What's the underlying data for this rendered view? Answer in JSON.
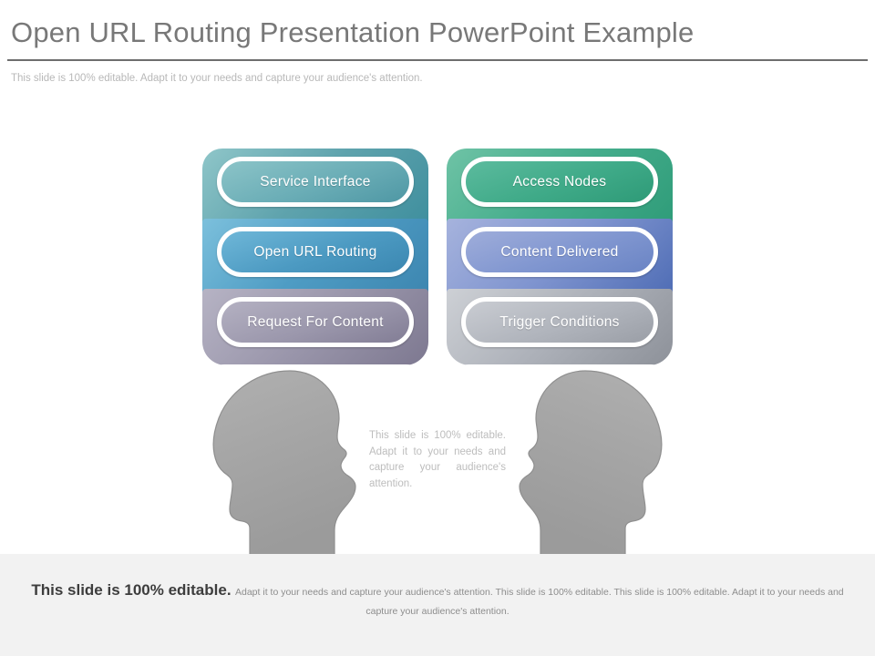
{
  "header": {
    "title": "Open URL Routing Presentation  PowerPoint Example",
    "subtitle": "This slide is 100% editable. Adapt it to your needs and capture your audience's attention."
  },
  "diagram": {
    "left_column": {
      "name": "left-stack",
      "items": [
        {
          "label": "Service Interface",
          "color": "#5fa3ad"
        },
        {
          "label": "Open URL Routing",
          "color": "#4e9cc4"
        },
        {
          "label": "Request For Content",
          "color": "#9a96ab"
        }
      ]
    },
    "right_column": {
      "name": "right-stack",
      "items": [
        {
          "label": "Access Nodes",
          "color": "#45ad8c"
        },
        {
          "label": "Content Delivered",
          "color": "#7f94cf"
        },
        {
          "label": "Trigger Conditions",
          "color": "#adb1b9"
        }
      ]
    },
    "center_text": "This slide is 100% editable. Adapt it to your needs and capture your audience's attention.",
    "silhouette_color": "#a6a6a6"
  },
  "footer": {
    "strong_text": "This slide is 100% editable.",
    "normal_text": "Adapt it to your needs and capture your audience's attention. This slide is 100% editable. This slide is 100% editable. Adapt it to your needs and capture your audience's attention.",
    "background": "#f2f2f2"
  }
}
